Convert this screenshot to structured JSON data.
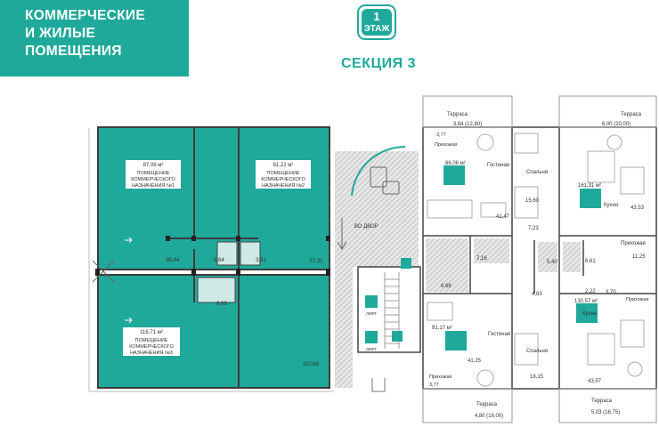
{
  "header": {
    "title_lines": [
      "КОММЕРЧЕСКИЕ",
      "И ЖИЛЫЕ",
      "ПОМЕЩЕНИЯ"
    ],
    "floor_number": "1",
    "floor_word": "ЭТАЖ",
    "section": "СЕКЦИЯ 3"
  },
  "colors": {
    "accent": "#1fa99a",
    "premise_fill": "#1fa99a",
    "corridor": "#d9d9d9",
    "wall": "#555555"
  },
  "commercial": [
    {
      "area": "87,08 м²",
      "name_lines": [
        "ПОМЕЩЕНИЕ",
        "КОММЕРЧЕСКОГО",
        "НАЗНАЧЕНИЯ №1"
      ]
    },
    {
      "area": "61,22 м²",
      "name_lines": [
        "ПОМЕЩЕНИЕ",
        "КОММЕРЧЕСКОГО",
        "НАЗНАЧЕНИЯ №2"
      ]
    },
    {
      "area": "116,71 м²",
      "name_lines": [
        "ПОМЕЩЕНИЕ",
        "КОММЕРЧЕСКОГО",
        "НАЗНАЧЕНИЯ №3"
      ]
    }
  ],
  "commercial_room_areas": [
    "80,44",
    "6,64",
    "3,91",
    "57,31",
    "6,03",
    "110,68"
  ],
  "passage_label": "ВО ДВОР",
  "lift_label": "ЛИФТ",
  "apartments": {
    "a1": {
      "area": "86,06 м²",
      "terrace": "3,84 (12,80)",
      "terrace_label": "Терраса",
      "rooms": {
        "hall": "Прихожая",
        "hall_area": "3,77",
        "living": "Гостиная",
        "living_area": "41,47",
        "bed": "Спальня",
        "bed_area": "15,60",
        "wc": "7,23",
        "bath": "7,16"
      }
    },
    "a2": {
      "area": "161,31 м²",
      "terrace": "6,00 (20,00)",
      "terrace_label": "Терраса",
      "rooms": {
        "kitchen": "Кухня",
        "kitchen_area": "43,53",
        "hall": "Прихожая",
        "hall_area": "11,25",
        "wc": "6,61",
        "bath": "5,40"
      }
    },
    "a3": {
      "area": "91,17 м²",
      "terrace": "4,80 (16,00)",
      "terrace_label": "Терраса",
      "rooms": {
        "hall": "Прихожая",
        "hall_area": "3,77",
        "living": "Гостиная",
        "living_area": "41,25",
        "bed": "Спальня",
        "bed_area": "18,15",
        "wc": "8,68",
        "bath": "4,83"
      }
    },
    "a4": {
      "area": "130,57 м²",
      "terrace": "5,03 (16,75)",
      "terrace_label": "Терраса",
      "rooms": {
        "kitchen": "Кухня",
        "kitchen_area": "43,57",
        "hall": "Прихожая",
        "hall_area": "3,70",
        "wc": "2,22"
      }
    }
  }
}
